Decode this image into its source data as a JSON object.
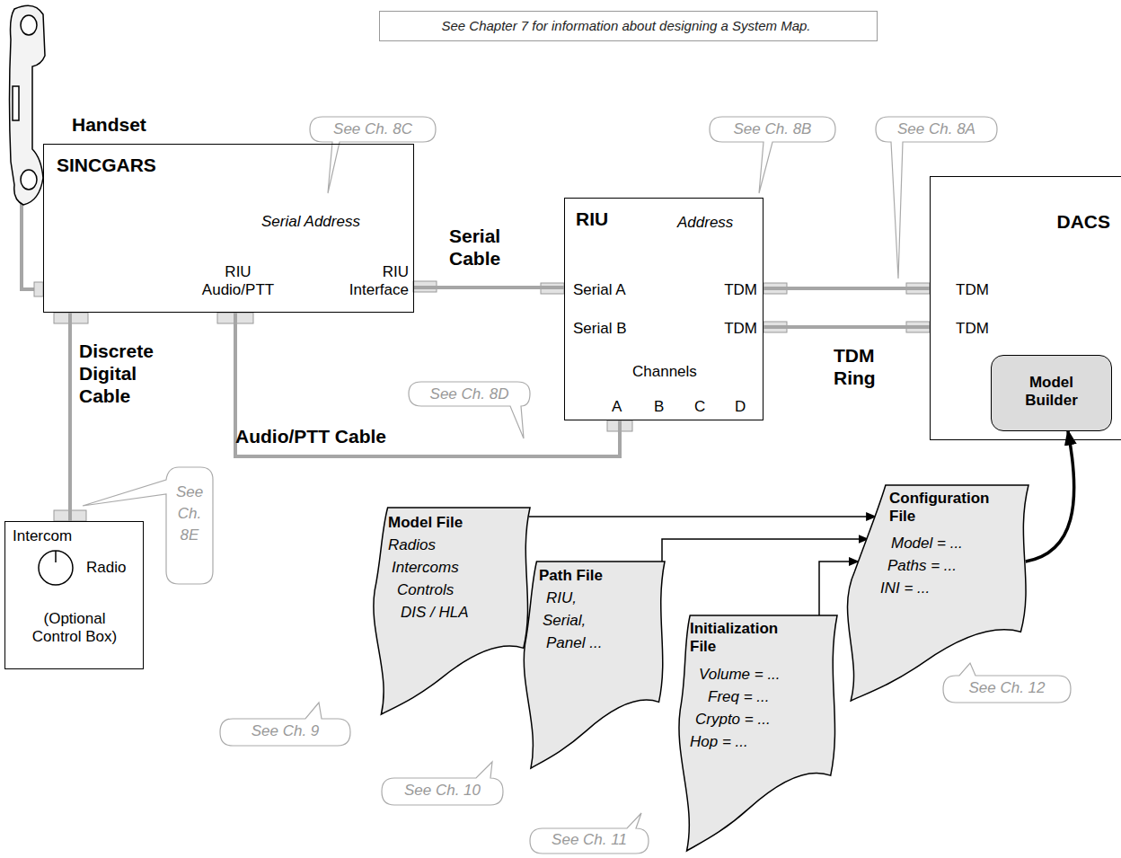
{
  "diagram": {
    "nodes": [
      {
        "text": [
          "See Chapter 7 for information about designing a System Map."
        ]
      },
      {
        "text": [
          "SINCGARS",
          "Serial Address",
          "RIU Audio/PTT",
          "RIU Interface"
        ]
      },
      {
        "text": [
          "RIU",
          "Address",
          "Serial A",
          "Serial B",
          "TDM",
          "TDM",
          "Channels",
          "A",
          "B",
          "C",
          "D"
        ]
      },
      {
        "text": [
          "DACS",
          "TDM",
          "TDM"
        ]
      },
      {
        "text": [
          "Model Builder"
        ],
        "in": 3
      },
      {
        "text": [
          "Intercom",
          "Radio",
          "(Optional Control Box)"
        ]
      },
      {
        "text": [
          "Model File",
          "Radios",
          "Intercoms",
          "Controls",
          "DIS / HLA"
        ]
      },
      {
        "text": [
          "Path File",
          "RIU,",
          "Serial,",
          "Panel ..."
        ]
      },
      {
        "text": [
          "Initialization File",
          "Volume = ...",
          "Freq = ...",
          "Crypto = ...",
          "Hop = ..."
        ]
      },
      {
        "text": [
          "Configuration File",
          "Model = ...",
          "Paths = ...",
          "INI = ..."
        ]
      }
    ],
    "edges": [
      {
        "from": 1,
        "to": 2,
        "label": "Serial Cable",
        "arrow": "none"
      },
      {
        "from": 1,
        "to": 2,
        "label": "Audio/PTT Cable",
        "arrow": "none"
      },
      {
        "from": 2,
        "to": 3,
        "arrow": "none"
      },
      {
        "from": 2,
        "to": 3,
        "label": "TDM Ring",
        "arrow": "none"
      },
      {
        "from": 1,
        "to": 5,
        "label": "Discrete Digital Cable",
        "arrow": "none"
      },
      {
        "from": 6,
        "to": 9,
        "arrow": "to"
      },
      {
        "from": 7,
        "to": 9,
        "arrow": "to"
      },
      {
        "from": 8,
        "to": 9,
        "arrow": "to"
      },
      {
        "from": 9,
        "to": 4,
        "arrow": "to"
      }
    ],
    "labels": [
      "Handset",
      "See Ch. 8C",
      "See Ch. 8B",
      "See Ch. 8A",
      "See Ch. 8D",
      "See Ch. 8E",
      "See Ch. 9",
      "See Ch. 10",
      "See Ch. 11",
      "See Ch. 12"
    ]
  }
}
